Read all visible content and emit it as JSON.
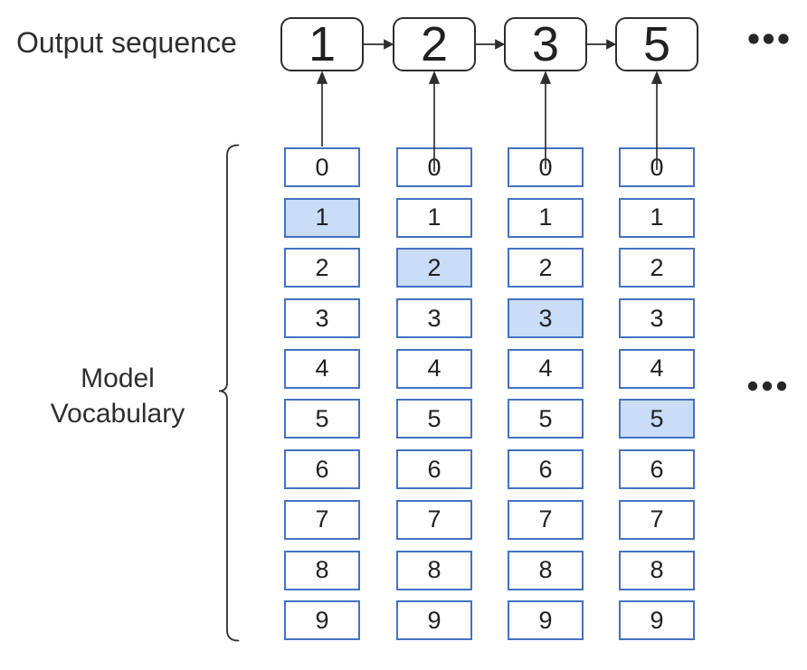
{
  "labels": {
    "output_sequence": "Output sequence",
    "model_vocabulary_line1": "Model",
    "model_vocabulary_line2": "Vocabulary"
  },
  "output_sequence": {
    "tokens": [
      "1",
      "2",
      "3",
      "5"
    ],
    "ellipsis": "…"
  },
  "vocabulary": {
    "digits": [
      "0",
      "1",
      "2",
      "3",
      "4",
      "5",
      "6",
      "7",
      "8",
      "9"
    ],
    "columns": [
      {
        "selected": "1"
      },
      {
        "selected": "2"
      },
      {
        "selected": "3"
      },
      {
        "selected": "5"
      }
    ],
    "ellipsis": "…"
  },
  "icons": {
    "flow_arrows": "right-arrow between output tokens",
    "emit_arrows": "up-arrow from vocabulary column to output token",
    "brace": "left curly brace spanning vocabulary",
    "ellipsis_top": "three-dots more-tokens",
    "ellipsis_mid": "three-dots more-columns"
  },
  "colors": {
    "cell_border": "#4472C4",
    "cell_highlight_fill": "#C9DCF8",
    "stroke_dark": "#2e2e2e",
    "background": "#ffffff"
  }
}
